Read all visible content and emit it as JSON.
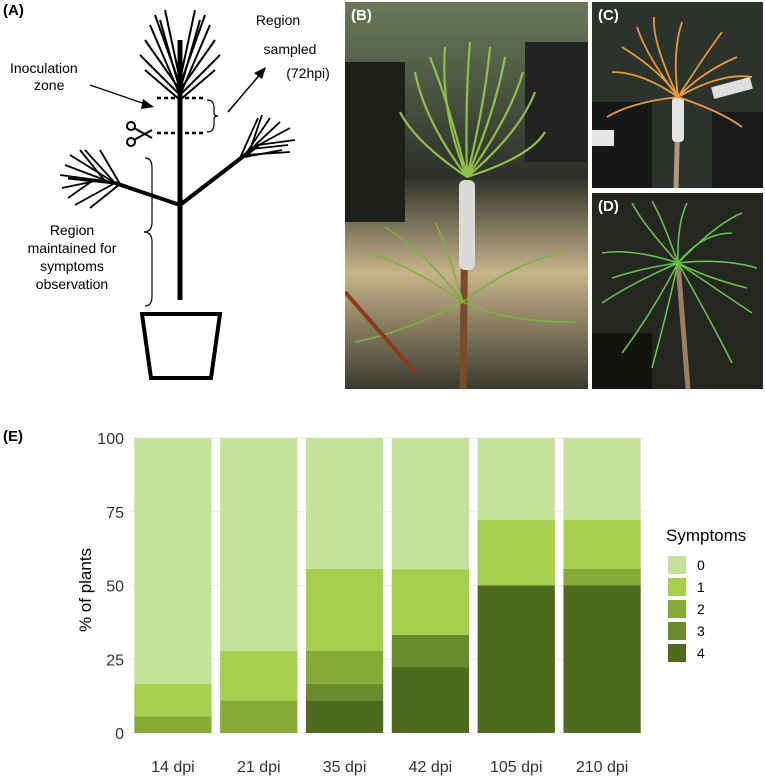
{
  "panels": {
    "a": "(A)",
    "b": "(B)",
    "c": "(C)",
    "d": "(D)",
    "e": "(E)"
  },
  "schematic": {
    "inoculation_zone": [
      "Inoculation",
      "zone"
    ],
    "region_sampled": [
      "Region",
      "sampled",
      "(72hpi)"
    ],
    "region_maintained": [
      "Region",
      "maintained for",
      "symptoms",
      "observation"
    ]
  },
  "colors": {
    "s0": "#c5e29a",
    "s1": "#a6cf4d",
    "s2": "#86aa36",
    "s3": "#6a8a2c",
    "s4": "#4d6a1e",
    "panel_bg": "#ffffff",
    "grid": "#ebebeb"
  },
  "chart_data": {
    "type": "bar",
    "stacked": true,
    "categories": [
      "14 dpi",
      "21 dpi",
      "35 dpi",
      "42 dpi",
      "105 dpi",
      "210 dpi"
    ],
    "series": [
      {
        "name": "4",
        "values": [
          0,
          0,
          11.1,
          22.2,
          50,
          50
        ]
      },
      {
        "name": "3",
        "values": [
          0,
          0,
          5.6,
          11.1,
          0,
          0
        ]
      },
      {
        "name": "2",
        "values": [
          5.6,
          11.1,
          11.1,
          0,
          0,
          5.6
        ]
      },
      {
        "name": "1",
        "values": [
          11.1,
          16.7,
          27.8,
          22.2,
          22.2,
          16.7
        ]
      },
      {
        "name": "0",
        "values": [
          83.3,
          72.2,
          44.4,
          44.5,
          27.8,
          27.7
        ]
      }
    ],
    "ylabel": "% of plants",
    "xlabel": "",
    "yticks": [
      0,
      25,
      50,
      75,
      100
    ],
    "ylim": [
      0,
      100
    ],
    "legend": {
      "title": "Symptoms",
      "entries": [
        "0",
        "1",
        "2",
        "3",
        "4"
      ],
      "position": "right"
    },
    "grid": true
  }
}
